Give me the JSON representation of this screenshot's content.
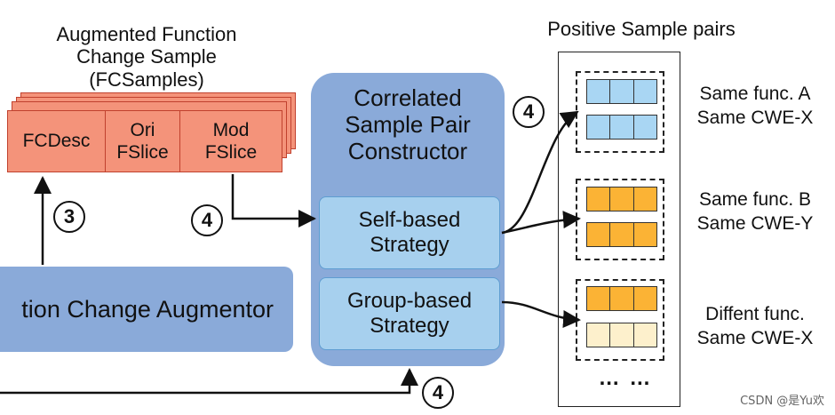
{
  "fcsamples": {
    "title_lines": [
      "Augmented Function",
      "Change Sample",
      "(FCSamples)"
    ],
    "cells": {
      "fcdesc": "FCDesc",
      "ori": [
        "Ori",
        "FSlice"
      ],
      "mod": [
        "Mod",
        "FSlice"
      ]
    }
  },
  "augmentor": {
    "label": "tion Change Augmentor"
  },
  "constructor": {
    "title_lines": [
      "Correlated",
      "Sample Pair",
      "Constructor"
    ],
    "self_strategy": [
      "Self-based",
      "Strategy"
    ],
    "group_strategy": [
      "Group-based",
      "Strategy"
    ]
  },
  "steps": {
    "three": "3",
    "four": "4"
  },
  "positive": {
    "title": "Positive Sample pairs",
    "groups": [
      {
        "line1": "Same func. A",
        "line2": "Same CWE-X"
      },
      {
        "line1": "Same func. B",
        "line2": "Same CWE-Y"
      },
      {
        "line1": "Diffent func.",
        "line2": "Same CWE-X"
      }
    ],
    "ellipsis": "… …"
  },
  "colors": {
    "fcsample_fill": "#f4937a",
    "box_blue": "#8aaad9",
    "strategy_blue": "#a7d0ee",
    "strip_light_blue": "#a9d6f3",
    "strip_orange": "#fbb335",
    "strip_cream": "#fdf0cc"
  },
  "watermark": "CSDN @是Yu欢"
}
